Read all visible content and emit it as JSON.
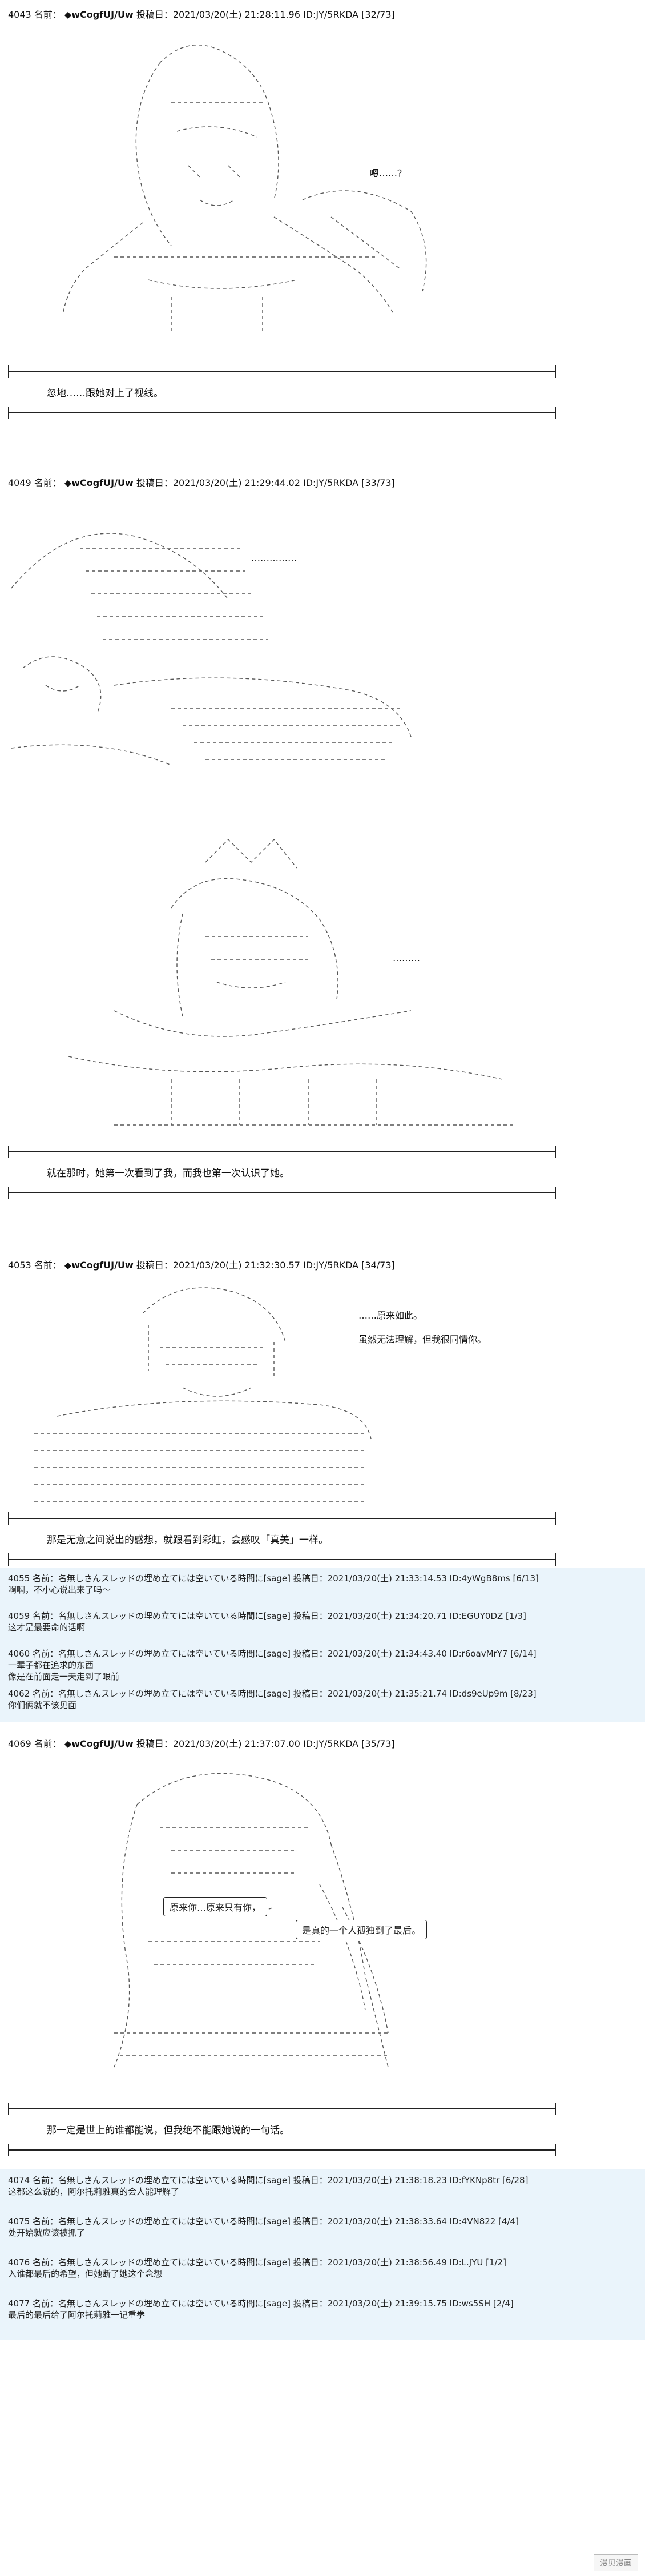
{
  "posts": [
    {
      "header": {
        "number": "4043",
        "name_label": "名前：",
        "trip": "◆wCogfUJ/Uw",
        "date": "投稿日：2021/03/20(土) 21:28:11.96 ID:JY/5RKDA [32/73]"
      },
      "speech": "嗯……？",
      "caption": "忽地……跟她对上了视线。"
    },
    {
      "header": {
        "number": "4049",
        "name_label": "名前：",
        "trip": "◆wCogfUJ/Uw",
        "date": "投稿日：2021/03/20(土) 21:29:44.02 ID:JY/5RKDA [33/73]"
      },
      "speech_1": "……………",
      "speech_2": "………",
      "caption": "就在那时，她第一次看到了我，而我也第一次认识了她。"
    },
    {
      "header": {
        "number": "4053",
        "name_label": "名前：",
        "trip": "◆wCogfUJ/Uw",
        "date": "投稿日：2021/03/20(土) 21:32:30.57 ID:JY/5RKDA [34/73]"
      },
      "speech_1": "……原来如此。",
      "speech_2": "虽然无法理解，但我很同情你。",
      "caption": "那是无意之间说出的感想，就跟看到彩虹，会感叹「真美」一样。"
    },
    {
      "header": {
        "number": "4069",
        "name_label": "名前：",
        "trip": "◆wCogfUJ/Uw",
        "date": "投稿日：2021/03/20(土) 21:37:07.00 ID:JY/5RKDA [35/73]"
      },
      "bubble_1": "原来你…原来只有你，",
      "bubble_2": "是真的一个人孤独到了最后。",
      "caption": "那一定是世上的谁都能说，但我绝不能跟她说的一句话。"
    }
  ],
  "replies_1": [
    {
      "meta": "4055 名前：名無しさんスレッドの埋め立てには空いている時間に[sage] 投稿日：2021/03/20(土) 21:33:14.53 ID:4yWgB8ms [6/13]",
      "body": "啊啊，不小心说出来了吗～"
    },
    {
      "meta": "4059 名前：名無しさんスレッドの埋め立てには空いている時間に[sage] 投稿日：2021/03/20(土) 21:34:20.71 ID:EGUY0DZ [1/3]",
      "body": "这才是最要命的话啊"
    },
    {
      "meta": "4060 名前：名無しさんスレッドの埋め立てには空いている時間に[sage] 投稿日：2021/03/20(土) 21:34:43.40 ID:r6oavMrY7 [6/14]",
      "body": "一辈子都在追求的东西\n像是在前面走一天走到了眼前"
    },
    {
      "meta": "4062 名前：名無しさんスレッドの埋め立てには空いている時間に[sage] 投稿日：2021/03/20(土) 21:35:21.74 ID:ds9eUp9m [8/23]",
      "body": "你们俩就不该见面"
    }
  ],
  "replies_2": [
    {
      "meta": "4074 名前：名無しさんスレッドの埋め立てには空いている時間に[sage] 投稿日：2021/03/20(土) 21:38:18.23 ID:fYKNp8tr [6/28]",
      "body": "这都这么说的，阿尔托莉雅真的会人能理解了"
    },
    {
      "meta": "4075 名前：名無しさんスレッドの埋め立てには空いている時間に[sage] 投稿日：2021/03/20(土) 21:38:33.64 ID:4VN822 [4/4]",
      "body": "处开始就应该被抓了"
    },
    {
      "meta": "4076 名前：名無しさんスレッドの埋め立てには空いている時間に[sage] 投稿日：2021/03/20(土) 21:38:56.49 ID:L.JYU [1/2]",
      "body": "入谁都最后的希望，但她断了她这个念想"
    },
    {
      "meta": "4077 名前：名無しさんスレッドの埋め立てには空いている時間に[sage] 投稿日：2021/03/20(土) 21:39:15.75 ID:ws5SH [2/4]",
      "body": "最后的最后给了阿尔托莉雅一记重拳"
    }
  ],
  "watermark": "漫贝漫画"
}
